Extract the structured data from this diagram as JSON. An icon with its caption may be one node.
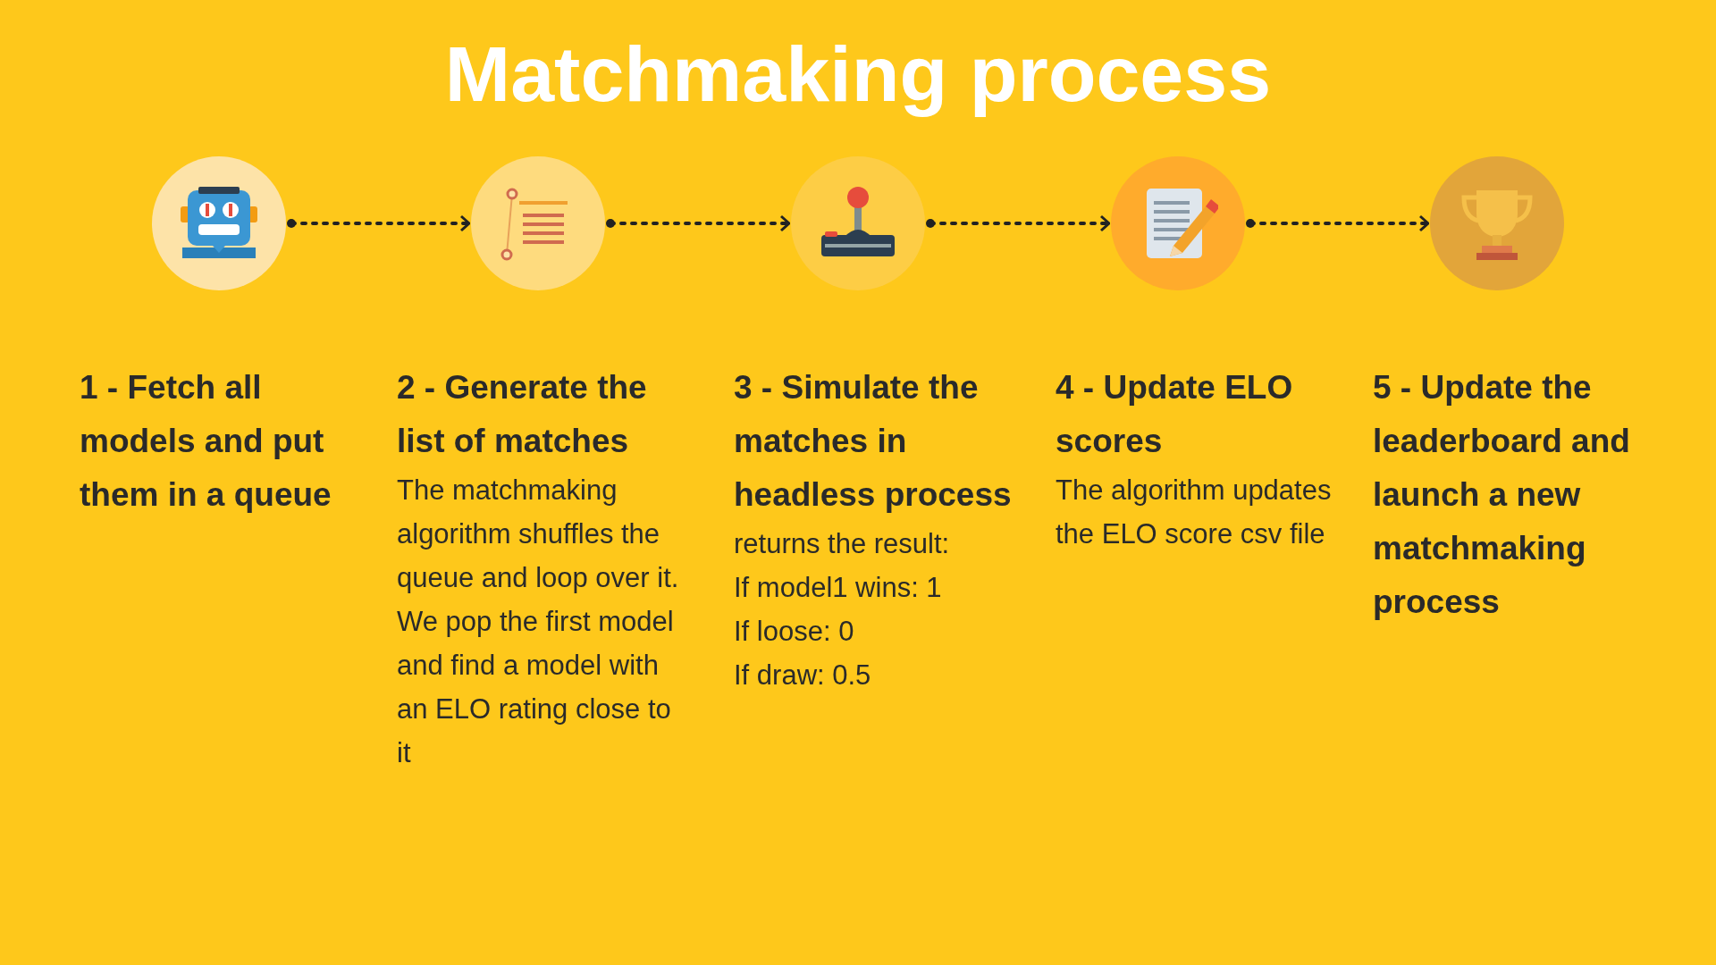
{
  "diagram": {
    "title": "Matchmaking process",
    "nodes": [
      {
        "text": [],
        "shape": "circle",
        "beside": [
          "1 - Fetch all models and put them in a queue"
        ]
      },
      {
        "text": [],
        "shape": "circle",
        "beside": [
          "2 - Generate the list of matches",
          "The matchmaking algorithm shuffles the queue and loop over it.",
          "We pop the first model and find a model with an ELO rating close to it"
        ]
      },
      {
        "text": [],
        "shape": "circle",
        "beside": [
          "3 - Simulate the matches in headless process",
          "returns the result:",
          "If model1 wins: 1",
          "If loose: 0",
          "If draw: 0.5"
        ]
      },
      {
        "text": [],
        "shape": "circle",
        "beside": [
          "4 - Update ELO scores",
          "The algorithm updates the ELO score csv file"
        ]
      },
      {
        "text": [],
        "shape": "circle",
        "beside": [
          "5 - Update the leaderboard and launch a new matchmaking process"
        ]
      }
    ],
    "edges": [
      {
        "from": 0,
        "to": 1,
        "arrow": "to",
        "style": "dashed"
      },
      {
        "from": 1,
        "to": 2,
        "arrow": "to",
        "style": "dashed"
      },
      {
        "from": 2,
        "to": 3,
        "arrow": "to",
        "style": "dashed"
      },
      {
        "from": 3,
        "to": 4,
        "arrow": "to",
        "style": "dashed"
      }
    ]
  }
}
